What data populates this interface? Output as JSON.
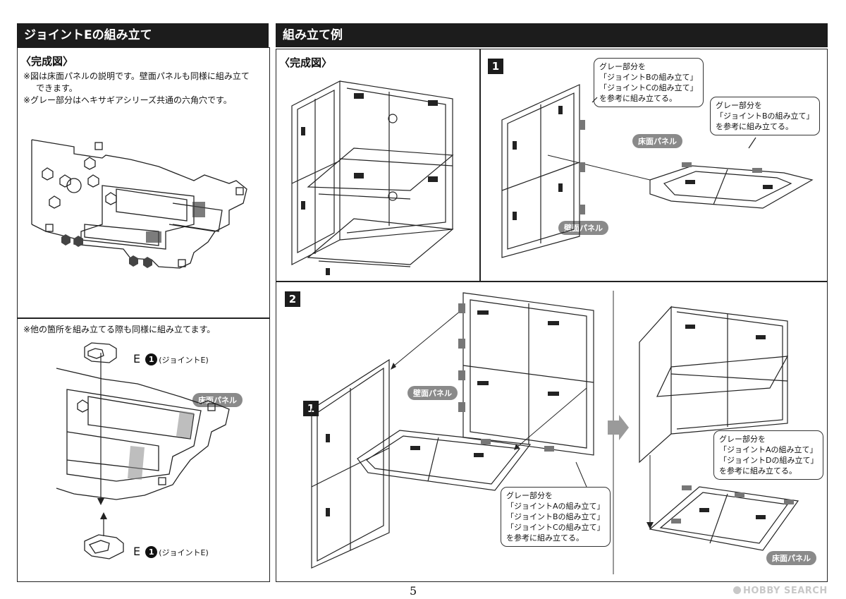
{
  "left_section": {
    "header": "ジョイントEの組み立て",
    "subtitle": "〈完成図〉",
    "note1_line1": "※図は床面パネルの説明です。壁面パネルも同様に組み立て",
    "note1_line2": "できます。",
    "note2": "※グレー部分はヘキサギアシリーズ共通の六角穴です。",
    "note3": "※他の箇所を組み立てる際も同様に組み立てます。",
    "part_letter_top": "E",
    "part_number_top": "1",
    "part_name_top": "(ジョイントE)",
    "part_letter_bottom": "E",
    "part_number_bottom": "1",
    "part_name_bottom": "(ジョイントE)",
    "floor_panel_label": "床面パネル"
  },
  "right_section": {
    "header": "組み立て例",
    "subtitle": "〈完成図〉",
    "step1": {
      "number": "1",
      "callout1": [
        "グレー部分を",
        "「ジョイントBの組み立て」",
        "「ジョイントCの組み立て」",
        "を参考に組み立てる。"
      ],
      "callout2": [
        "グレー部分を",
        "「ジョイントBの組み立て」",
        "を参考に組み立てる。"
      ],
      "floor_label": "床面パネル",
      "wall_label": "壁面パネル"
    },
    "step2": {
      "number": "2",
      "sub_number": "1",
      "wall_label": "壁面パネル",
      "callout1": [
        "グレー部分を",
        "「ジョイントAの組み立て」",
        "「ジョイントBの組み立て」",
        "「ジョイントCの組み立て」",
        "を参考に組み立てる。"
      ],
      "callout2": [
        "グレー部分を",
        "「ジョイントAの組み立て」",
        "「ジョイントDの組み立て」",
        "を参考に組み立てる。"
      ],
      "floor_label": "床面パネル"
    }
  },
  "footer": {
    "page_number": "5",
    "watermark": "HOBBY SEARCH"
  },
  "colors": {
    "header_bg": "#1c1c1c",
    "label_pill": "#8a8a8a",
    "arrow_gray": "#9a9a9a"
  }
}
